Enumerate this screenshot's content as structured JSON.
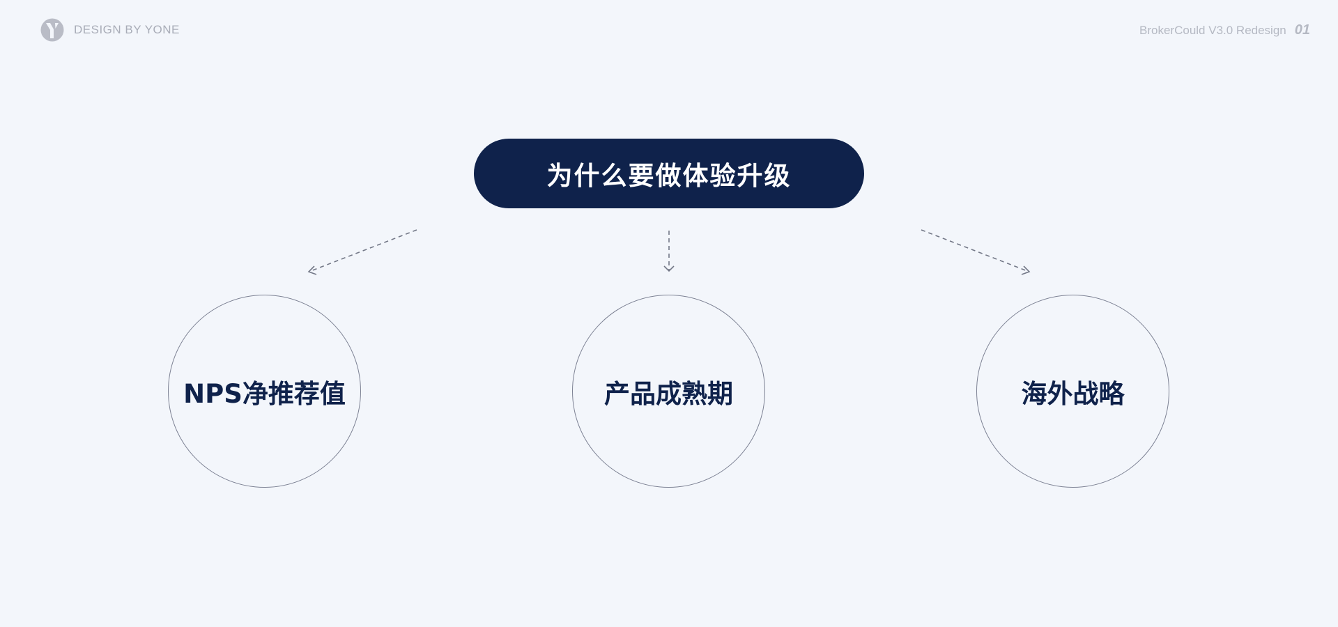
{
  "header": {
    "brand_text": "DESIGN BY YONE",
    "doc_title": "BrokerCould V3.0 Redesign",
    "page_number": "01"
  },
  "diagram": {
    "central": "为什么要做体验升级",
    "nodes": [
      {
        "label": "NPS净推荐值"
      },
      {
        "label": "产品成熟期"
      },
      {
        "label": "海外战略"
      }
    ]
  },
  "colors": {
    "background": "#f3f6fb",
    "primary": "#0f224b",
    "outline": "#7c8193",
    "muted_text": "#a9adb8",
    "connector": "#737887"
  },
  "icons": {
    "logo": "y-letter-logo-icon",
    "connector_head": "open-arrowhead-icon"
  }
}
